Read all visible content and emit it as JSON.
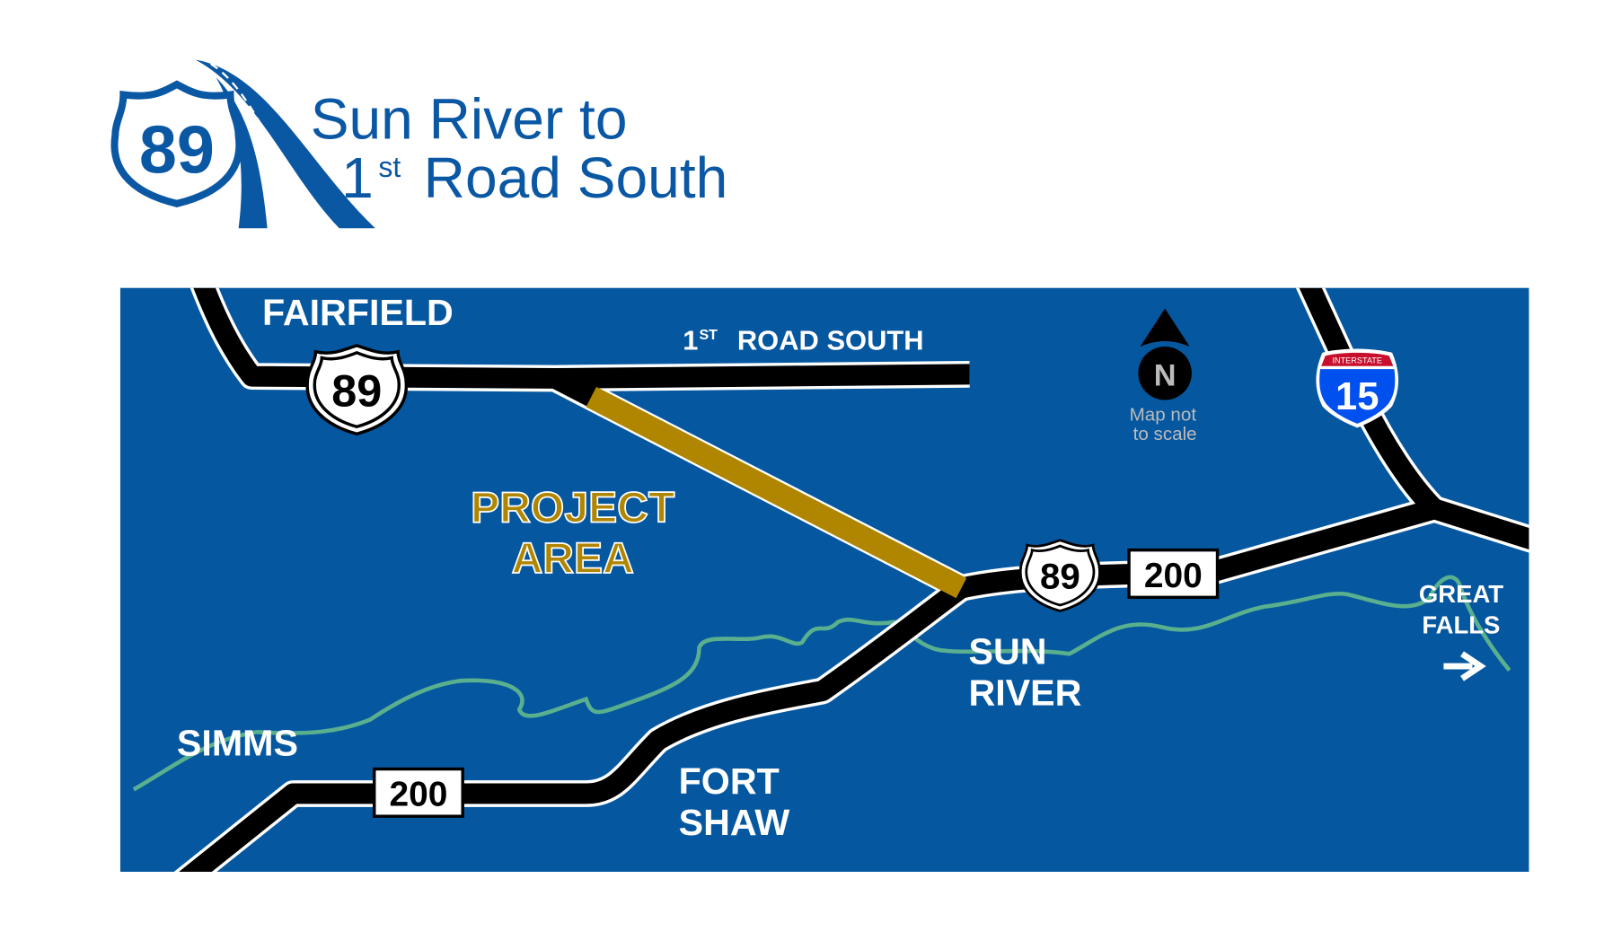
{
  "header": {
    "logo_shield_number": "89",
    "title_line1": "Sun River to",
    "title_line2_num": "1",
    "title_line2_sup": "st",
    "title_line2_rest": "Road South"
  },
  "map": {
    "places": {
      "fairfield": "FAIRFIELD",
      "simms": "SIMMS",
      "fort": "FORT",
      "shaw": "SHAW",
      "sun": "SUN",
      "river": "RIVER",
      "great": "GREAT",
      "falls": "FALLS"
    },
    "road_label_num": "1",
    "road_label_sup": "ST",
    "road_label_rest": "ROAD SOUTH",
    "project_line1": "PROJECT",
    "project_line2": "AREA",
    "shields": {
      "us89": "89",
      "mt200": "200",
      "interstate_label": "INTERSTATE",
      "i15": "15"
    },
    "compass_letter": "N",
    "note_line1": "Map not",
    "note_line2": "to scale",
    "arrow_icon": "arrow-right"
  },
  "colors": {
    "brand_blue": "#0a57a4",
    "map_bg": "#0557a0",
    "project": "#b08600",
    "river": "#5ab08e",
    "interstate_red": "#c8102e",
    "interstate_blue": "#0050f0"
  }
}
